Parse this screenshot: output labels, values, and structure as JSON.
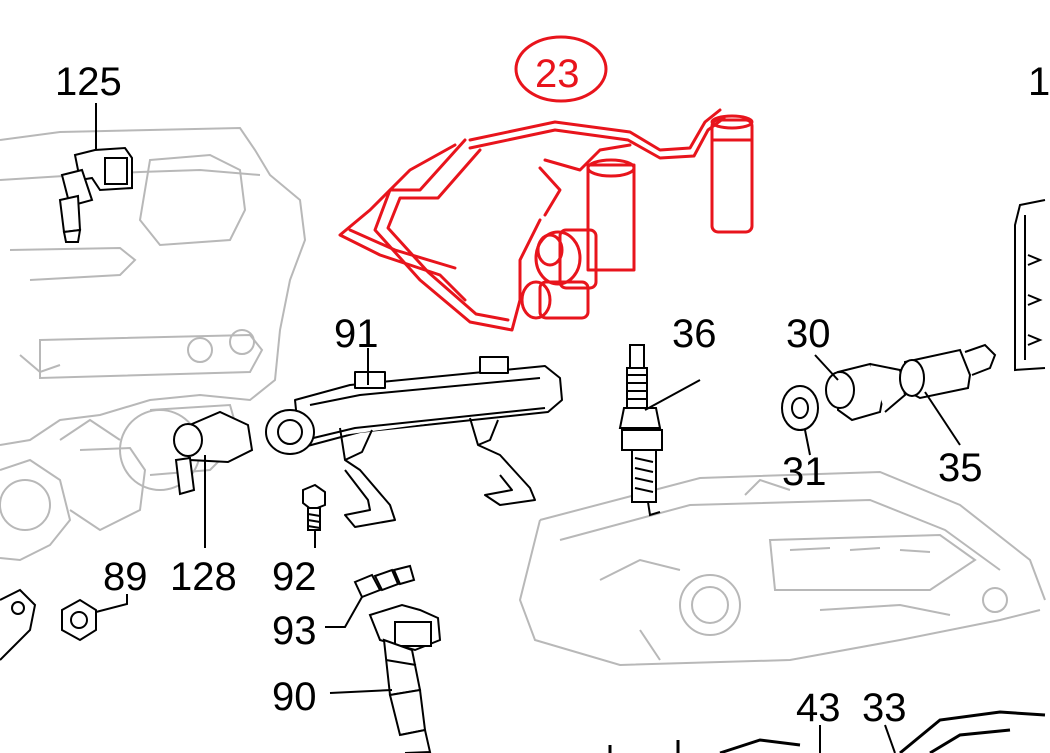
{
  "labels": {
    "p23": "23",
    "p125": "125",
    "p1": "1",
    "p91": "91",
    "p36": "36",
    "p30": "30",
    "p31": "31",
    "p35": "35",
    "p128": "128",
    "p89": "89",
    "p92": "92",
    "p93": "93",
    "p90": "90",
    "p43": "43",
    "p33": "33"
  },
  "colors": {
    "highlight": "#e8141c",
    "line": "#000000",
    "faint": "#b8b8b8"
  },
  "highlighted_part": "23"
}
